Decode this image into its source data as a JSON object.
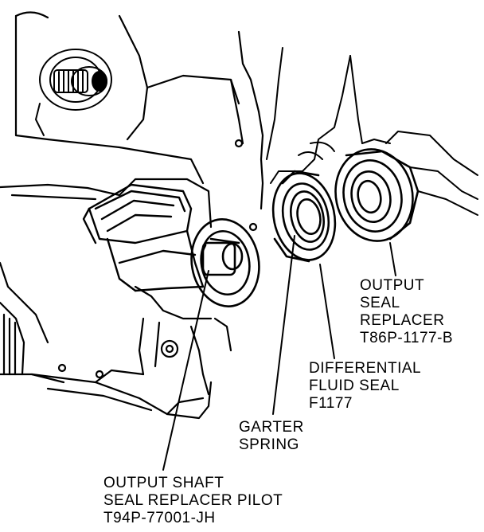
{
  "callouts": {
    "output_seal_replacer": [
      "OUTPUT",
      "SEAL",
      "REPLACER",
      "T86P-1177-B"
    ],
    "differential_fluid_seal": [
      "DIFFERENTIAL",
      "FLUID SEAL",
      "F1177"
    ],
    "garter_spring": [
      "GARTER",
      "SPRING"
    ],
    "output_shaft_seal_replacer_pilot": [
      "OUTPUT SHAFT",
      "SEAL REPLACER PILOT",
      "T94P-77001-JH"
    ]
  },
  "colors": {
    "ink": "#000000",
    "paper": "#ffffff"
  }
}
